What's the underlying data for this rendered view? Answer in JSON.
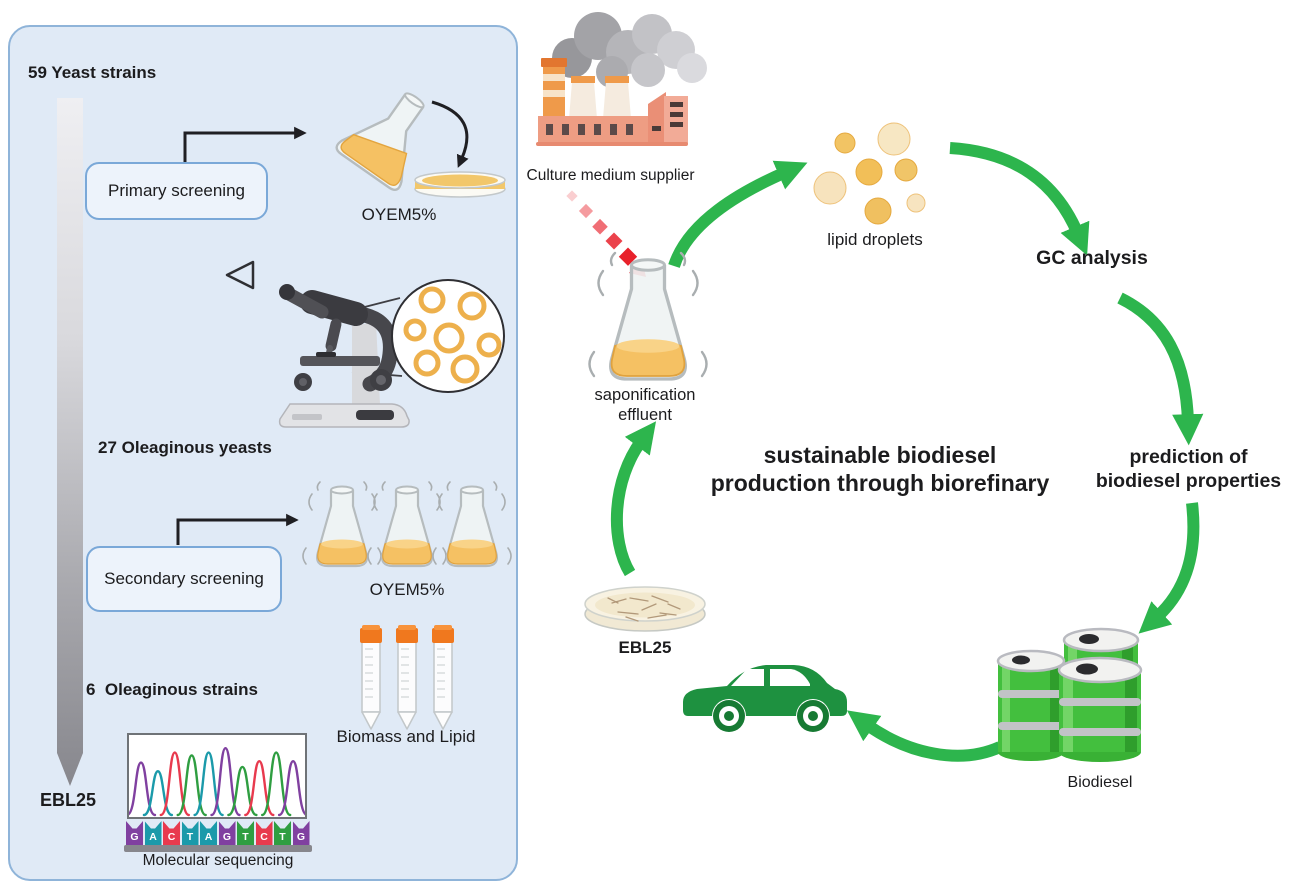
{
  "left_panel": {
    "strains_59": "59 Yeast strains",
    "primary_screening": "Primary screening",
    "oyem_primary": "OYEM5%",
    "oleaginous_27": "27 Oleaginous yeasts",
    "secondary_screening": "Secondary screening",
    "oyem_secondary": "OYEM5%",
    "oleaginous_6": "6  Oleaginous strains",
    "biomass_lipid": "Biomass and Lipid",
    "ebl25": "EBL25",
    "molecular_sequencing": "Molecular sequencing",
    "chromatogram": {
      "peaks": [
        {
          "color": "seq_purple",
          "h": 0.7
        },
        {
          "color": "seq_teal",
          "h": 0.58
        },
        {
          "color": "seq_red",
          "h": 0.84
        },
        {
          "color": "seq_green",
          "h": 0.8
        },
        {
          "color": "seq_teal",
          "h": 0.84
        },
        {
          "color": "seq_purple",
          "h": 0.9
        },
        {
          "color": "seq_green",
          "h": 0.64
        },
        {
          "color": "seq_red",
          "h": 0.72
        },
        {
          "color": "seq_green",
          "h": 0.84
        },
        {
          "color": "seq_purple",
          "h": 0.72
        }
      ],
      "sequence": [
        {
          "letter": "G",
          "color": "seq_purple"
        },
        {
          "letter": "A",
          "color": "seq_teal"
        },
        {
          "letter": "C",
          "color": "seq_red"
        },
        {
          "letter": "T",
          "color": "seq_teal"
        },
        {
          "letter": "A",
          "color": "seq_teal"
        },
        {
          "letter": "G",
          "color": "seq_purple"
        },
        {
          "letter": "T",
          "color": "seq_green"
        },
        {
          "letter": "C",
          "color": "seq_red"
        },
        {
          "letter": "T",
          "color": "seq_green"
        },
        {
          "letter": "G",
          "color": "seq_purple"
        }
      ]
    }
  },
  "cycle": {
    "culture_medium_supplier": "Culture medium supplier",
    "saponification_line1": "saponification",
    "saponification_line2": "effluent",
    "lipid_droplets": "lipid droplets",
    "gc_analysis": "GC analysis",
    "prediction_line1": "prediction of",
    "prediction_line2": "biodiesel properties",
    "center_line1": "sustainable biodiesel",
    "center_line2": "production through biorefinary",
    "ebl25": "EBL25",
    "biodiesel": "Biodiesel"
  },
  "colors": {
    "panel_bg": "#e0eaf6",
    "panel_border": "#8fb4d9",
    "screen_box_border": "#7aa8d8",
    "green_arrow": "#2db54d",
    "red": "#e8212b",
    "liquid_yellow": "#f5c163",
    "cap_orange": "#f0781e",
    "gray_arrow": "#88888e",
    "barrel_green": "#43bf3e",
    "car_green": "#1e9140",
    "seq_purple": "#8040a0",
    "seq_teal": "#1b9aaa",
    "seq_red": "#e83a4e",
    "seq_green": "#2f9e41"
  }
}
